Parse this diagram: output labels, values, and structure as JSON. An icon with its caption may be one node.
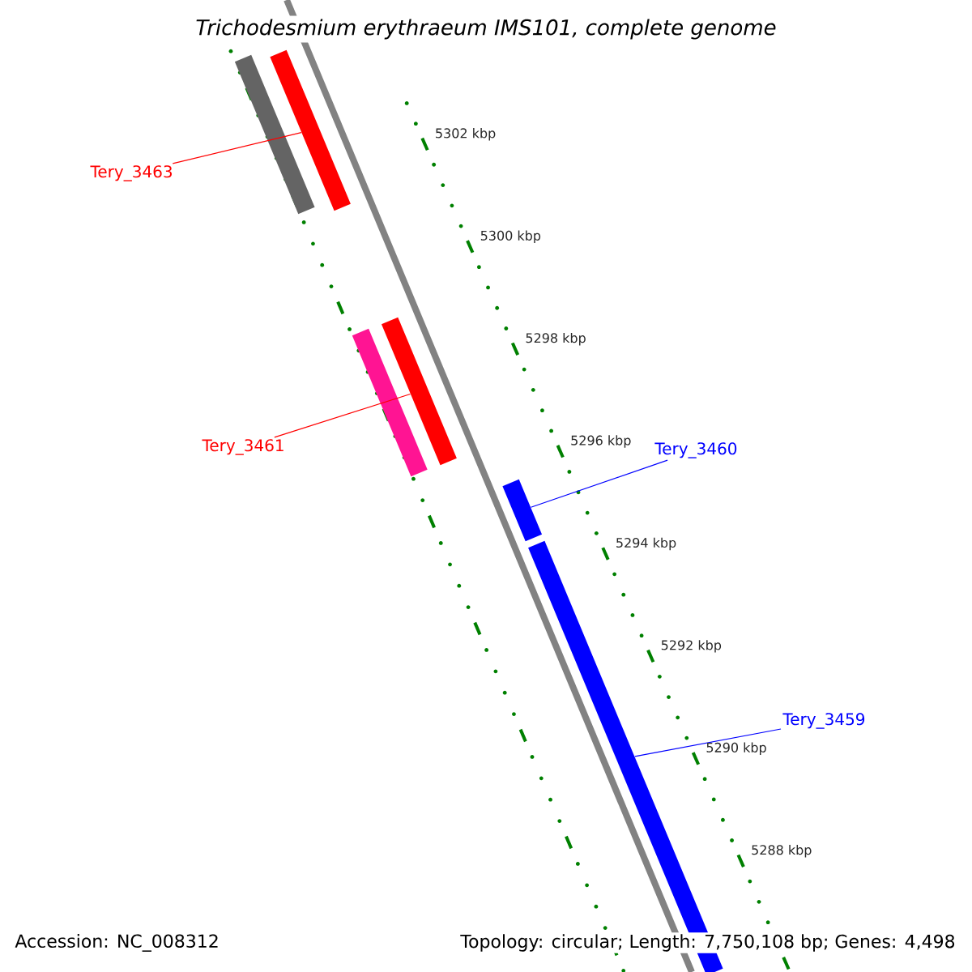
{
  "diagram": {
    "title": "Trichodesmium erythraeum IMS101, complete genome",
    "nodes": [
      {
        "text": [
          "Tery_3463"
        ]
      },
      {
        "text": [],
        "shape": "bar"
      },
      {
        "text": [],
        "shape": "bar"
      },
      {
        "text": [
          "Tery_3461"
        ]
      },
      {
        "text": [],
        "shape": "bar"
      },
      {
        "text": [],
        "shape": "bar"
      },
      {
        "text": [
          "Tery_3460"
        ]
      },
      {
        "text": [],
        "shape": "bar"
      },
      {
        "text": [
          "Tery_3459"
        ]
      },
      {
        "text": [],
        "shape": "bar"
      }
    ],
    "edges": [
      {
        "from": 0,
        "to": 2,
        "arrow": "none",
        "color": "#ff0000"
      },
      {
        "from": 3,
        "to": 5,
        "arrow": "none",
        "color": "#ff0000"
      },
      {
        "from": 6,
        "to": 7,
        "arrow": "none",
        "color": "#0000ff"
      },
      {
        "from": 8,
        "to": 9,
        "arrow": "none",
        "color": "#0000ff"
      }
    ],
    "labels": [
      "5302 kbp",
      "5300 kbp",
      "5298 kbp",
      "5296 kbp",
      "5294 kbp",
      "5292 kbp",
      "5290 kbp",
      "5288 kbp",
      "Accession: NC_008312",
      "Topology: circular; Length: 7,750,108 bp; Genes: 4,498"
    ]
  }
}
